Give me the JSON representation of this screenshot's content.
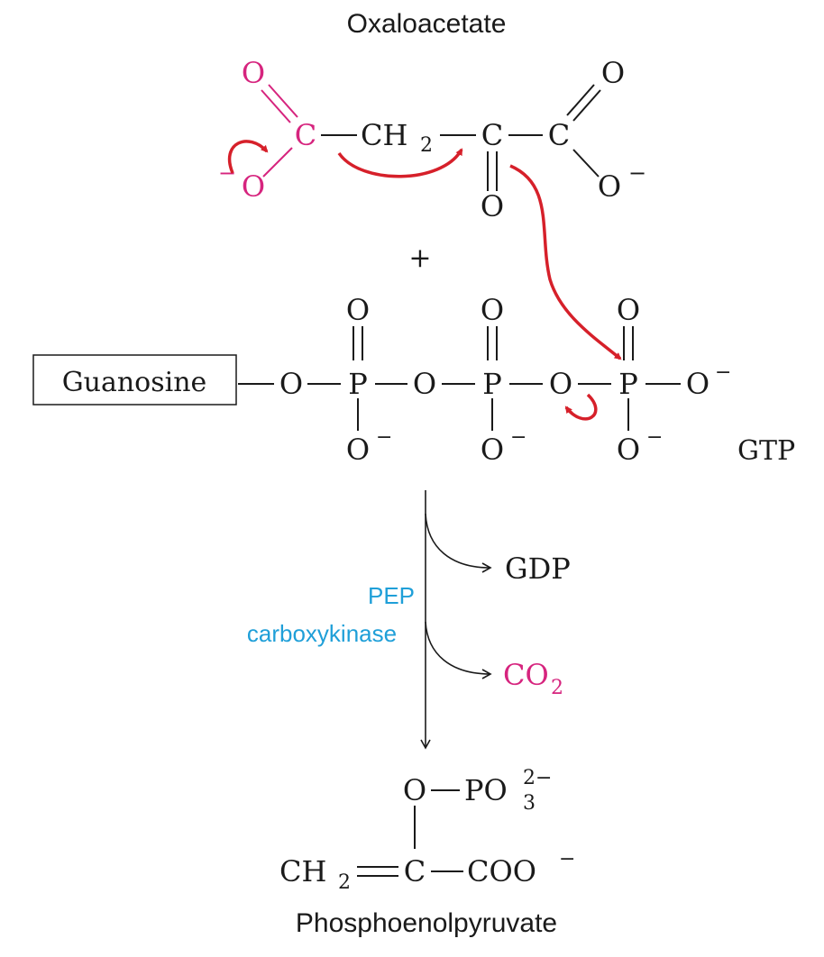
{
  "oxaloacetate": {
    "title": "Oxaloacetate",
    "atom_O": "O",
    "atom_C": "C",
    "ch2": "CH",
    "subscript_2": "2",
    "minus": "−"
  },
  "plus": "+",
  "gtp": {
    "guanosine": "Guanosine",
    "atom_O": "O",
    "atom_P": "P",
    "minus": "−",
    "label": "GTP"
  },
  "reaction": {
    "enzyme_line1": "PEP",
    "enzyme_line2": "carboxykinase",
    "gdp": "GDP",
    "co": "CO",
    "co_sub": "2"
  },
  "pep": {
    "o": "O",
    "po": "PO",
    "po_sub": "3",
    "po_sup": "2−",
    "ch2": "CH",
    "ch2_sub": "2",
    "c": "C",
    "coo": "COO",
    "coo_sup": "−",
    "name": "Phosphoenolpyruvate"
  },
  "colors": {
    "magenta": "#d6247e",
    "red_arrow": "#d6202a",
    "enzyme_blue": "#1f9fd8",
    "black": "#1a1a1a"
  }
}
